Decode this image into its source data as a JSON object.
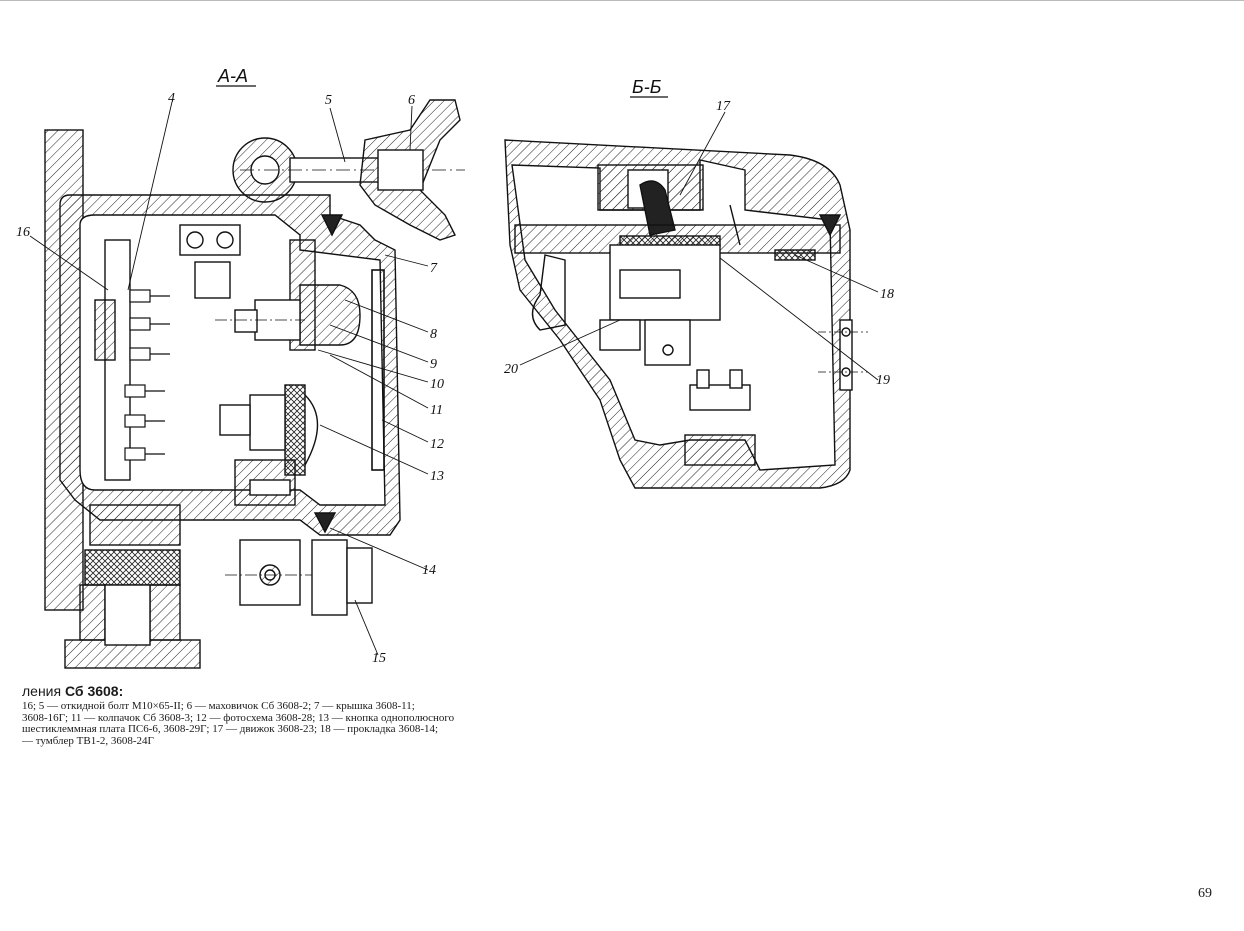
{
  "sections": {
    "a": "А-А",
    "b": "Б-Б"
  },
  "callouts": [
    "4",
    "5",
    "6",
    "16",
    "7",
    "8",
    "9",
    "10",
    "11",
    "12",
    "13",
    "14",
    "15",
    "17",
    "18",
    "19",
    "20"
  ],
  "caption": {
    "title_prefix": "ления",
    "title_bold": "Сб 3608:",
    "lines": [
      "16; 5 — откидной болт М10×65-II; 6 — маховичок Сб 3608-2; 7 — крышка 3608-11;",
      "3608-16Г; 11 — колпачок Сб 3608-3; 12 — фотосхема 3608-28; 13 — кнопка однополюсного",
      "шестиклеммная плата ПС6-6, 3608-29Г; 17 — движок 3608-23; 18 — прокладка 3608-14;",
      "— тумблер ТВ1-2, 3608-24Г"
    ]
  },
  "page_number": "69"
}
